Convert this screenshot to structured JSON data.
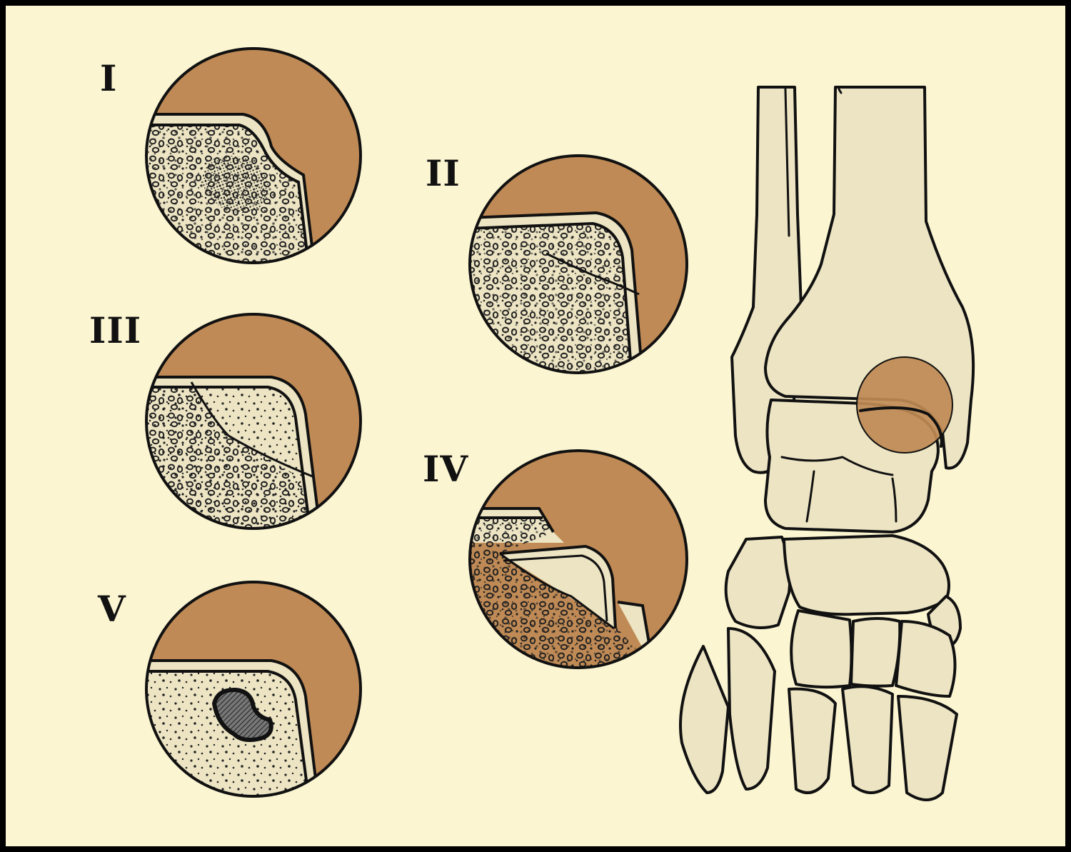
{
  "stages": [
    {
      "id": "stage-1",
      "label": "I"
    },
    {
      "id": "stage-2",
      "label": "II"
    },
    {
      "id": "stage-3",
      "label": "III"
    },
    {
      "id": "stage-4",
      "label": "IV"
    },
    {
      "id": "stage-5",
      "label": "V"
    }
  ],
  "colors": {
    "background": "#fcf5d2",
    "frame": "#000000",
    "bone": "#ece4c3",
    "cartilage": "#bf8a55",
    "ink": "#111111"
  }
}
